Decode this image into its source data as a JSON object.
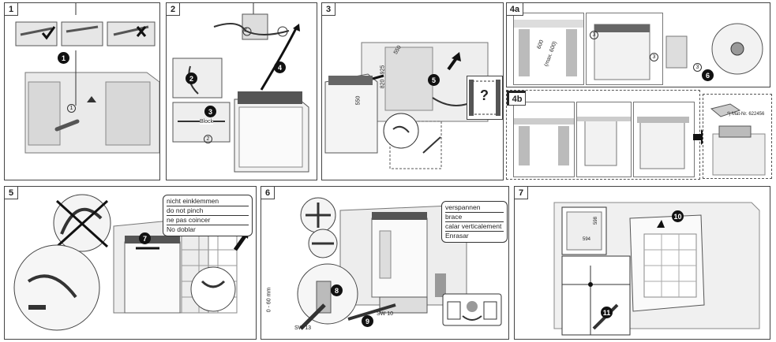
{
  "panels": {
    "p1": {
      "number": "1"
    },
    "p2": {
      "number": "2"
    },
    "p3": {
      "number": "3"
    },
    "p4a": {
      "number": "4a"
    },
    "p4b": {
      "number": "4b"
    },
    "p5": {
      "number": "5"
    },
    "p6": {
      "number": "6"
    },
    "p7": {
      "number": "7"
    }
  },
  "steps": {
    "s1": "1",
    "s2": "2",
    "s3": "3",
    "s4": "4",
    "s5": "5",
    "s6": "6",
    "s7": "7",
    "s8": "8",
    "s9": "9",
    "s10": "10",
    "s11": "11"
  },
  "small_markers": {
    "p1_circle": "1",
    "p2_circle_a": "2",
    "p2_circle_b": "2",
    "p4a_a": "3",
    "p4a_b": "3",
    "p4a_c": "3"
  },
  "labels": {
    "block": "Block",
    "dim_550": "550",
    "dim_550b": "550",
    "dim_600": "600",
    "dim_600max": "(max. 600)",
    "dim_820": "820 - 925",
    "dim_sw13": "SW 13",
    "dim_sw10": "SW 10",
    "dim_0_60": "0 - 60 mm",
    "mat_nr": "*) Mat-Nr. 622456",
    "dim_598": "598",
    "dim_594": "594",
    "question": "?"
  },
  "pinch_warning": [
    "nicht einklemmen",
    "do not pinch",
    "ne pas coincer",
    "No doblar"
  ],
  "brace_labels": [
    "verspannen",
    "brace",
    "calar verticalement",
    "Enrasar"
  ]
}
